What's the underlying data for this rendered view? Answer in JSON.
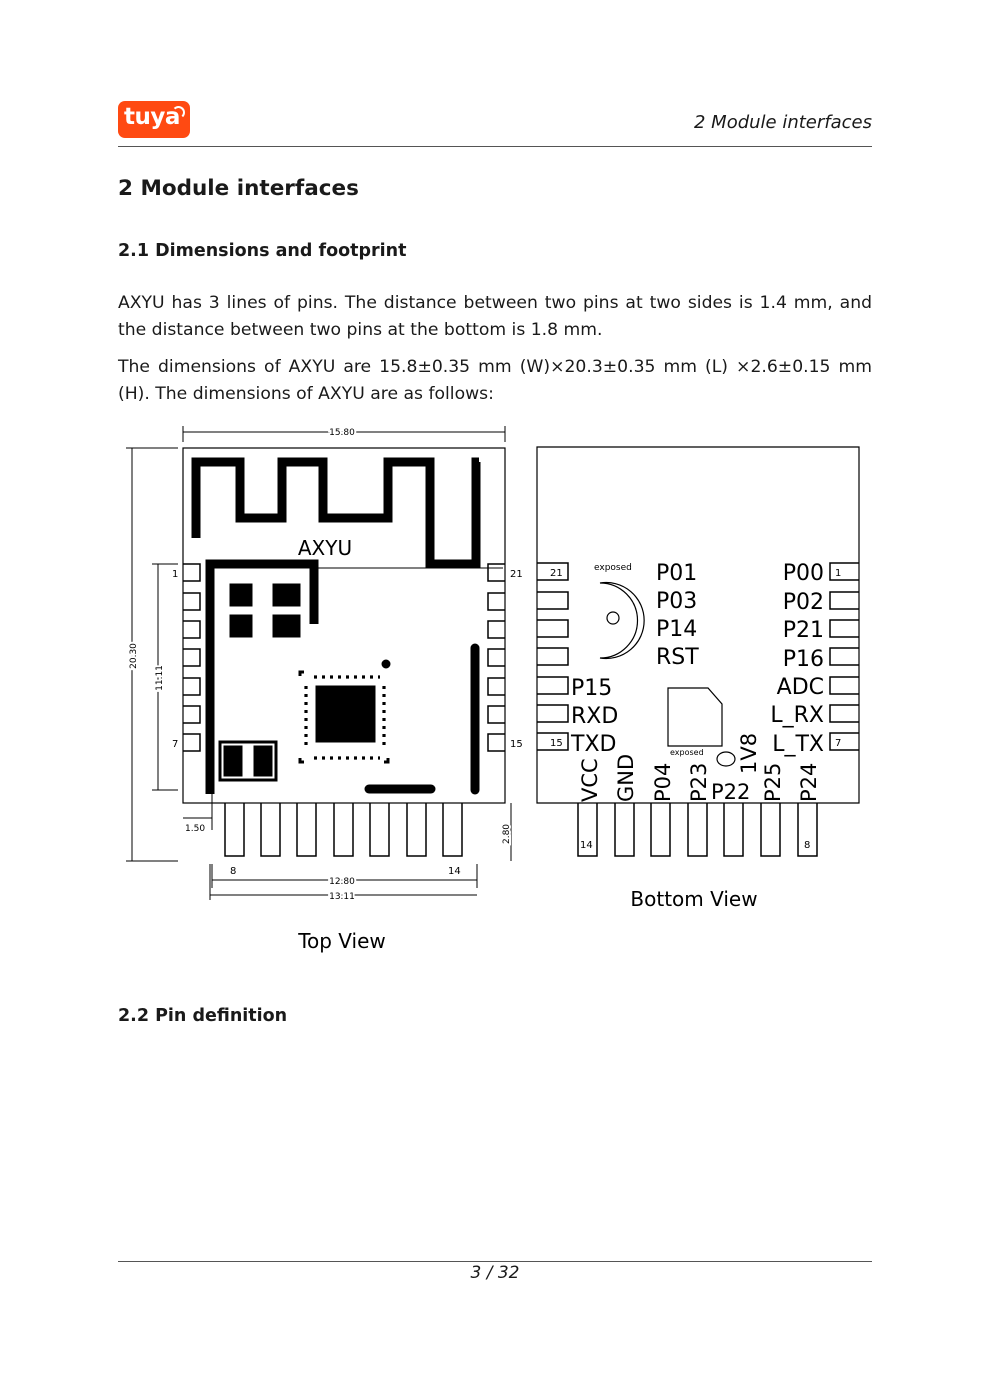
{
  "header": {
    "logo_text": "tuya",
    "section_title": "2 Module interfaces"
  },
  "section": {
    "number_title": "2  Module interfaces"
  },
  "subsections": {
    "s21": "2.1  Dimensions and footprint",
    "s22": "2.2  Pin definition"
  },
  "paragraphs": {
    "p1": "AXYU has 3 lines of pins.  The distance between two pins at two sides is 1.4 mm, and the distance between two pins at the bottom is 1.8 mm.",
    "p2": "The dimensions of AXYU are 15.8±0.35 mm (W)×20.3±0.35 mm (L) ×2.6±0.15 mm (H). The dimensions of AXYU are as follows:"
  },
  "figure": {
    "module_label": "AXYU",
    "top_view_caption": "Top View",
    "bottom_view_caption": "Bottom View",
    "dims": {
      "width": "15.80",
      "height": "20.30",
      "pin_span": "11.11",
      "edge_offset": "1.50",
      "pad_height": "2.80",
      "bottom_span": "12.80",
      "bottom_outer": "13.11"
    },
    "top_pin_numbers": {
      "left_first": "1",
      "left_last": "7",
      "right_first": "21",
      "right_last": "15",
      "bottom_first": "8",
      "bottom_last": "14"
    },
    "bottom_pin_numbers": {
      "left_first": "21",
      "left_last": "15",
      "right_first": "1",
      "right_last": "7",
      "bottom_first": "14",
      "bottom_last": "8"
    },
    "exposed_label": "exposed",
    "center_labels": [
      "P01",
      "P03",
      "P14",
      "RST"
    ],
    "left_labels": [
      "P15",
      "RXD",
      "TXD"
    ],
    "right_labels": [
      "P00",
      "P02",
      "P21",
      "P16",
      "ADC",
      "L_RX",
      "L_TX"
    ],
    "bottom_labels": [
      "VCC",
      "GND",
      "P04",
      "P23",
      "P22",
      "1V8",
      "P25",
      "P24"
    ]
  },
  "footer": {
    "page": "3 / 32"
  }
}
